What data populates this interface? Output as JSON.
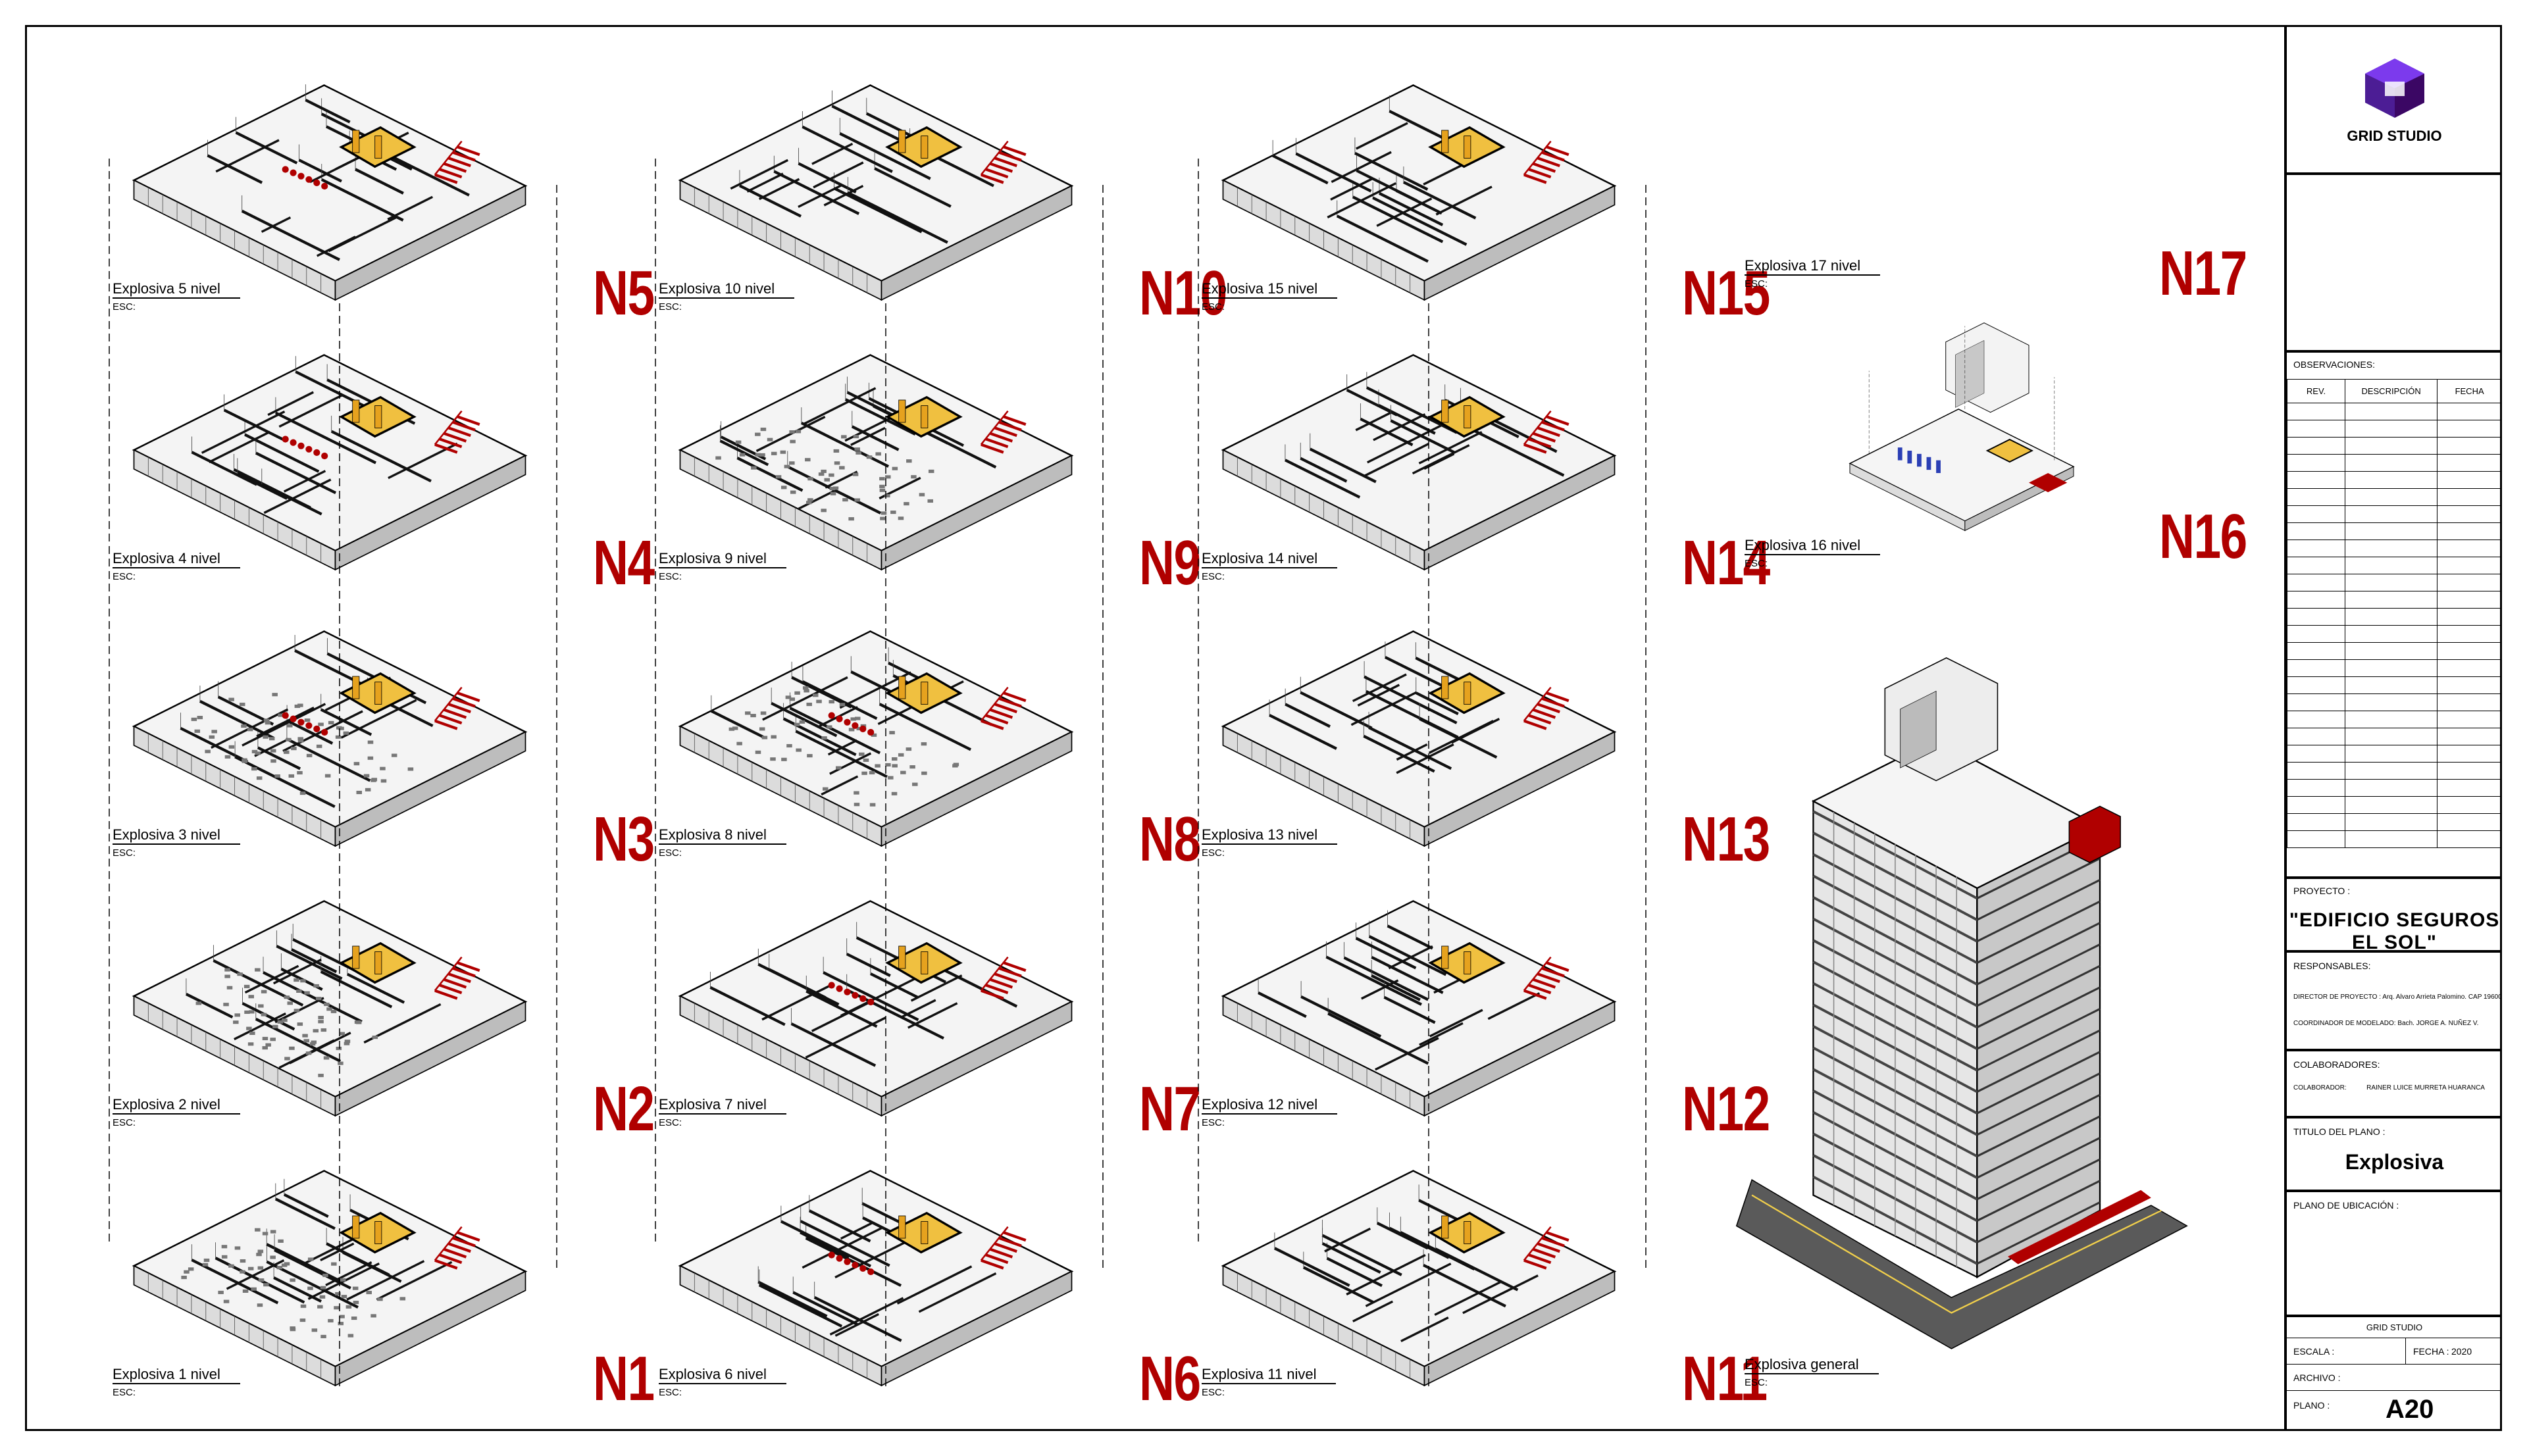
{
  "company": {
    "name": "GRID STUDIO",
    "brand_color": "#5b21b6",
    "accent_color": "#b00000"
  },
  "views": [
    {
      "id": "n1",
      "label": "Explosiva 1 nivel",
      "esc": "ESC:",
      "tag": "N1"
    },
    {
      "id": "n2",
      "label": "Explosiva 2 nivel",
      "esc": "ESC:",
      "tag": "N2"
    },
    {
      "id": "n3",
      "label": "Explosiva 3 nivel",
      "esc": "ESC:",
      "tag": "N3"
    },
    {
      "id": "n4",
      "label": "Explosiva 4 nivel",
      "esc": "ESC:",
      "tag": "N4"
    },
    {
      "id": "n5",
      "label": "Explosiva 5 nivel",
      "esc": "ESC:",
      "tag": "N5"
    },
    {
      "id": "n6",
      "label": "Explosiva 6 nivel",
      "esc": "ESC:",
      "tag": "N6"
    },
    {
      "id": "n7",
      "label": "Explosiva 7 nivel",
      "esc": "ESC:",
      "tag": "N7"
    },
    {
      "id": "n8",
      "label": "Explosiva 8 nivel",
      "esc": "ESC:",
      "tag": "N8"
    },
    {
      "id": "n9",
      "label": "Explosiva 9 nivel",
      "esc": "ESC:",
      "tag": "N9"
    },
    {
      "id": "n10",
      "label": "Explosiva 10 nivel",
      "esc": "ESC:",
      "tag": "N10"
    },
    {
      "id": "n11",
      "label": "Explosiva 11 nivel",
      "esc": "ESC:",
      "tag": "N11"
    },
    {
      "id": "n12",
      "label": "Explosiva 12 nivel",
      "esc": "ESC:",
      "tag": "N12"
    },
    {
      "id": "n13",
      "label": "Explosiva 13 nivel",
      "esc": "ESC:",
      "tag": "N13"
    },
    {
      "id": "n14",
      "label": "Explosiva 14 nivel",
      "esc": "ESC:",
      "tag": "N14"
    },
    {
      "id": "n15",
      "label": "Explosiva 15 nivel",
      "esc": "ESC:",
      "tag": "N15"
    },
    {
      "id": "n16",
      "label": "Explosiva 16 nivel",
      "esc": "ESC:",
      "tag": "N16"
    },
    {
      "id": "n17",
      "label": "Explosiva 17 nivel",
      "esc": "ESC:",
      "tag": "N17"
    },
    {
      "id": "general",
      "label": "Explosiva general",
      "esc": "ESC:",
      "tag": ""
    }
  ],
  "title_block": {
    "observaciones_label": "OBSERVACIONES:",
    "columns": [
      "REV.",
      "DESCRIPCIÓN",
      "FECHA"
    ],
    "proyecto_label": "PROYECTO :",
    "proyecto_name": "\"EDIFICIO SEGUROS EL SOL\"",
    "responsables_label": "RESPONSABLES:",
    "director_label": "DIRECTOR DE PROYECTO :",
    "director_value": "Arq. Alvaro Arrieta Palomino. CAP 19600",
    "coordinador_label": "COORDINADOR DE MODELADO:",
    "coordinador_value": "Bach. JORGE A. NUÑEZ V.",
    "colaboradores_label": "COLABORADORES:",
    "colaborador_label": "COLABORADOR:",
    "colaborador_value": "RAINER LUICE MURRETA HUARANCA",
    "titulo_label": "TITULO DEL PLANO :",
    "titulo_value": "Explosiva",
    "ubicacion_label": "PLANO DE UBICACIÓN :",
    "studio_label": "GRID STUDIO",
    "escala_label": "ESCALA :",
    "fecha_label": "FECHA :",
    "fecha_value": "2020",
    "archivo_label": "ARCHIVO :",
    "plano_label": "PLANO :",
    "plano_value": "A20"
  }
}
